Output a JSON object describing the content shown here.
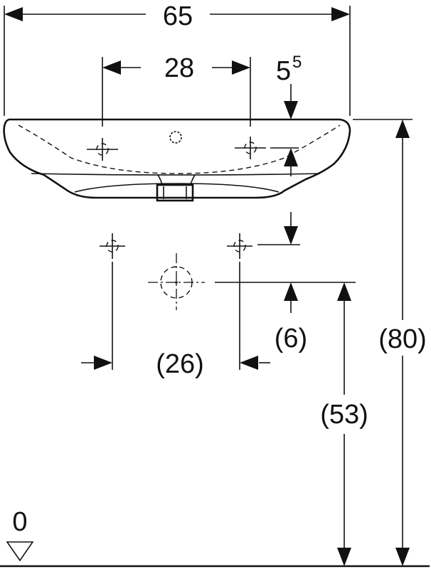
{
  "dimensions": {
    "overall_width": "65",
    "tap_hole_spacing": "28",
    "rim_depth": "5",
    "rim_depth_sup": "5",
    "fixing_bolt_spacing": "(26)",
    "bolt_offset": "(6)",
    "overall_height": "(80)",
    "bolt_height": "(53)",
    "floor_level": "0"
  }
}
